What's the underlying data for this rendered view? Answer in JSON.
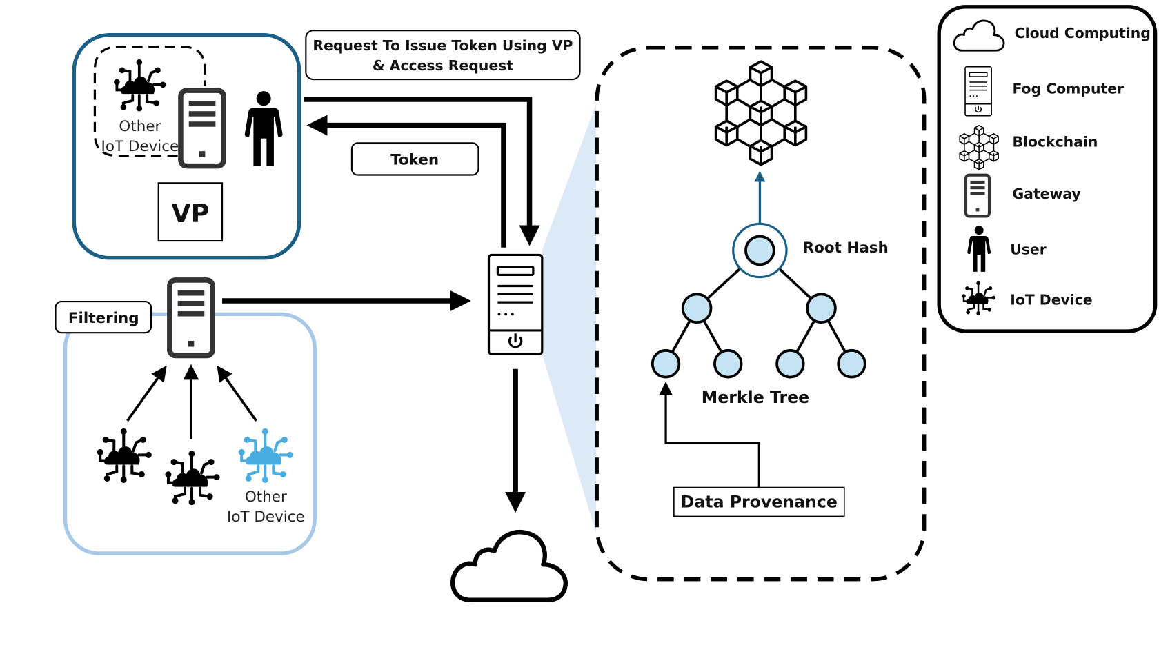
{
  "colors": {
    "user_group_border": "#1a5f86",
    "iot_group_border": "#a7c8e8",
    "highlight_iot": "#48ade0",
    "merkle_node_fill": "#c4e4f4",
    "root_ring": "#1a5f86",
    "fog_zoom_fill": "#dce9f6",
    "stroke": "#000000"
  },
  "user_group": {
    "other_iot_label_line1": "Other",
    "other_iot_label_line2": "IoT Device",
    "vp_label": "VP"
  },
  "flows": {
    "request_label_line1": "Request To Issue Token Using VP",
    "request_label_line2": "& Access Request",
    "token_label": "Token"
  },
  "iot_group": {
    "filtering_label": "Filtering",
    "other_iot_label_line1": "Other",
    "other_iot_label_line2": "IoT Device"
  },
  "fog_detail": {
    "root_hash_label": "Root Hash",
    "merkle_tree_label": "Merkle Tree",
    "data_provenance_label": "Data Provenance"
  },
  "legend": {
    "items": [
      {
        "icon": "cloud-icon",
        "label": "Cloud Computing"
      },
      {
        "icon": "fog-computer-icon",
        "label": "Fog Computer"
      },
      {
        "icon": "blockchain-icon",
        "label": "Blockchain"
      },
      {
        "icon": "gateway-icon",
        "label": "Gateway"
      },
      {
        "icon": "user-icon",
        "label": "User"
      },
      {
        "icon": "iot-device-icon",
        "label": "IoT Device"
      }
    ]
  }
}
